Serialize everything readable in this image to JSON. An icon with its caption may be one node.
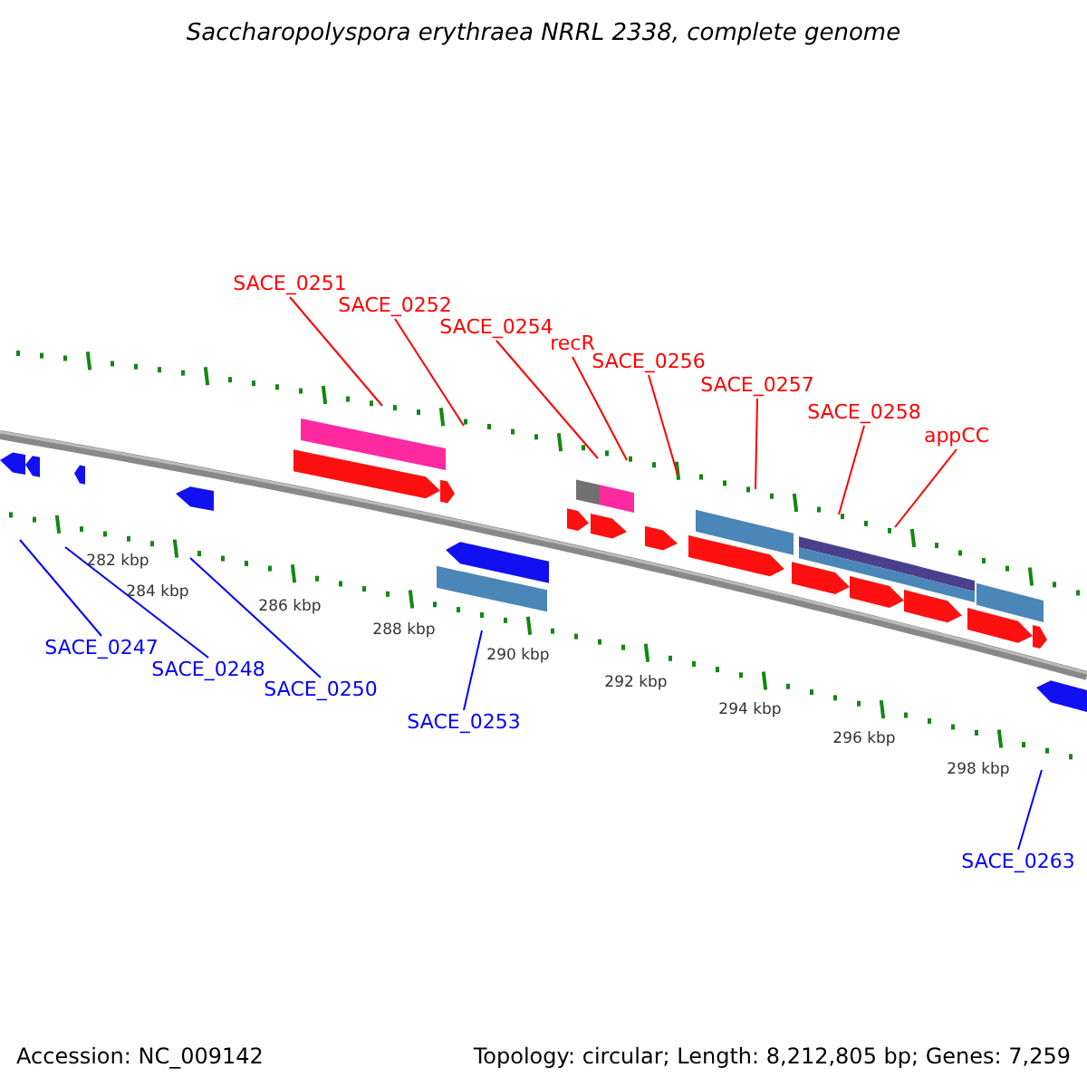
{
  "diagram": {
    "title": "Saccharopolyspora erythraea NRRL 2338, complete genome",
    "nodes": [
      {
        "text": [
          "SACE_0251"
        ]
      },
      {
        "text": [
          "SACE_0252"
        ]
      },
      {
        "text": [
          "SACE_0254"
        ]
      },
      {
        "text": [
          "recR"
        ]
      },
      {
        "text": [
          "SACE_0256"
        ]
      },
      {
        "text": [
          "SACE_0257"
        ]
      },
      {
        "text": [
          "SACE_0258"
        ]
      },
      {
        "text": [
          "appCC"
        ]
      },
      {
        "text": [
          "SACE_0247"
        ]
      },
      {
        "text": [
          "SACE_0248"
        ]
      },
      {
        "text": [
          "SACE_0250"
        ]
      },
      {
        "text": [
          "SACE_0253"
        ]
      },
      {
        "text": [
          "SACE_0263"
        ]
      }
    ],
    "edges": [
      {
        "from": 0,
        "to": null,
        "arrow": "none"
      },
      {
        "from": 1,
        "to": null,
        "arrow": "none"
      },
      {
        "from": 2,
        "to": null,
        "arrow": "none"
      },
      {
        "from": 3,
        "to": null,
        "arrow": "none"
      },
      {
        "from": 4,
        "to": null,
        "arrow": "none"
      },
      {
        "from": 5,
        "to": null,
        "arrow": "none"
      },
      {
        "from": 6,
        "to": null,
        "arrow": "none"
      },
      {
        "from": 7,
        "to": null,
        "arrow": "none"
      },
      {
        "from": 8,
        "to": null,
        "arrow": "none",
        "color": "#0000ff"
      },
      {
        "from": 9,
        "to": null,
        "arrow": "none",
        "color": "#0000ff"
      },
      {
        "from": 10,
        "to": null,
        "arrow": "none",
        "color": "#0000ff"
      },
      {
        "from": 11,
        "to": null,
        "arrow": "none",
        "color": "#0000ff"
      },
      {
        "from": 12,
        "to": null,
        "arrow": "none",
        "color": "#0000ff"
      }
    ],
    "labels": [
      "282 kbp",
      "284 kbp",
      "286 kbp",
      "288 kbp",
      "290 kbp",
      "292 kbp",
      "294 kbp",
      "296 kbp",
      "298 kbp",
      "Accession: NC_009142",
      "Topology: circular; Length: 8,212,805 bp; Genes: 7,259"
    ]
  }
}
